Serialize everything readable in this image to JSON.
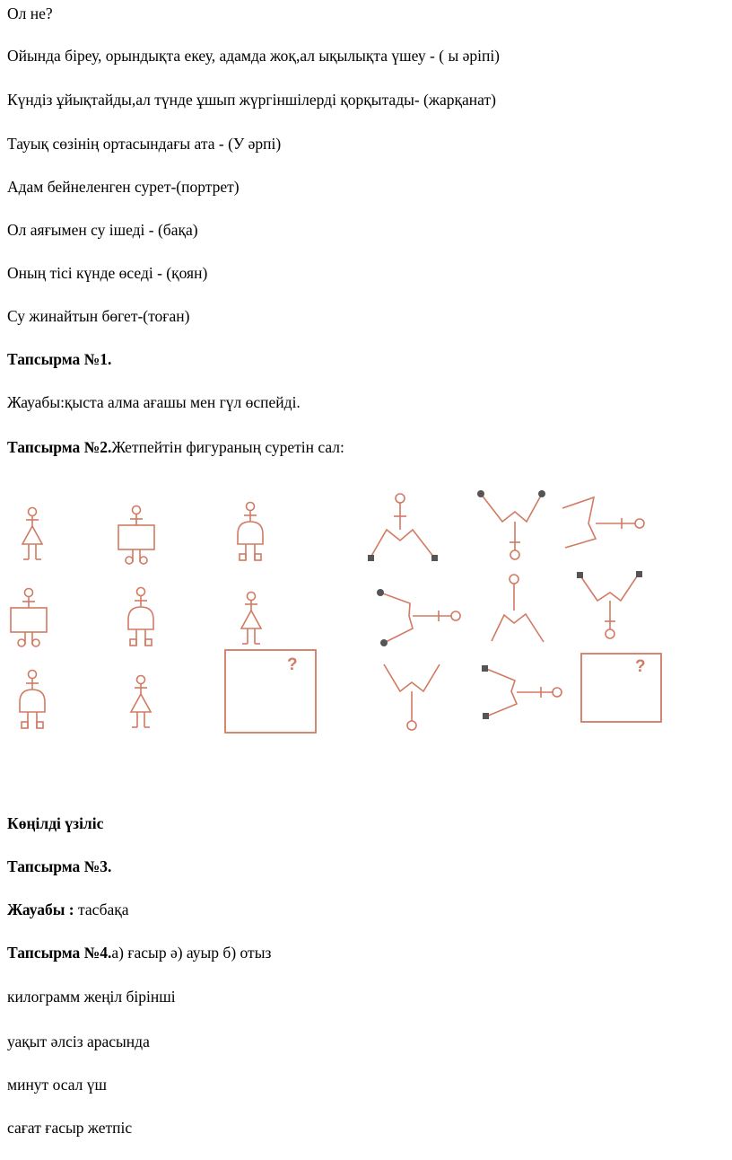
{
  "lines": [
    {
      "text": "Ол не?"
    },
    {
      "text": "Ойында біреу, орындықта екеу, адамда жоқ,ал ықылықта үшеу - ( ы әріпі)"
    },
    {
      "text": "Күндіз ұйықтайды,ал түнде ұшып жүргіншілерді қорқытады- (жарқанат)"
    },
    {
      "text": "Тауық сөзінің ортасындағы ата - (У әрпі)"
    },
    {
      "text": "Адам бейнеленген сурет-(портрет)"
    },
    {
      "text": "Ол аяғымен су ішеді - (бақа)"
    },
    {
      "text": "Оның тісі күнде өседі - (қоян)"
    },
    {
      "text": "Су жинайтын бөгет-(тоған)"
    },
    {
      "bold": "Тапсырма №1."
    },
    {
      "text": "Жауабы:қыста алма ағашы мен гүл өспейді."
    },
    {
      "bold": "Тапсырма №2.",
      "text": "Жетпейтін фигураның суретін сал:"
    },
    {
      "bold": "Көңілді үзіліс"
    },
    {
      "bold": "Тапсырма №3."
    },
    {
      "bold": "Жауабы : ",
      "text": "тасбақа"
    },
    {
      "bold": "Тапсырма №4.",
      "text": "а) ғасыр ә) ауыр б) отыз"
    },
    {
      "text": "килограмм жеңіл бірінші"
    },
    {
      "text": "уақыт әлсіз арасында"
    },
    {
      "text": "минут осал үш"
    },
    {
      "text": "сағат ғасыр жетпіс"
    }
  ],
  "puzzle": {
    "question_mark": "?",
    "stroke_color": "#d27a62",
    "dot_color": "#555555"
  }
}
